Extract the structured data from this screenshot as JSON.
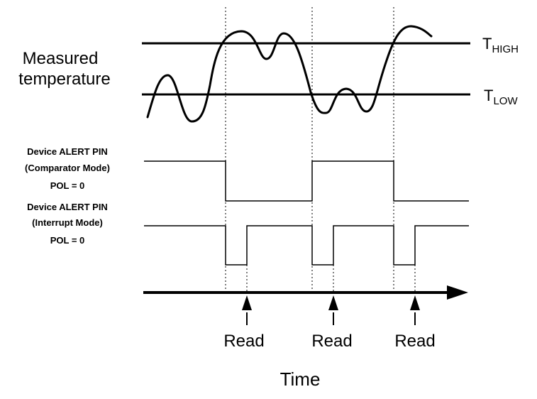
{
  "labels": {
    "measured_temperature": [
      "Measured",
      "temperature"
    ],
    "t_high": {
      "main": "T",
      "sub": "HIGH"
    },
    "t_low": {
      "main": "T",
      "sub": "LOW"
    },
    "comparator": [
      "Device ALERT PIN",
      "(Comparator Mode)",
      "POL = 0"
    ],
    "interrupt": [
      "Device ALERT PIN",
      "(Interrupt Mode)",
      "POL = 0"
    ],
    "reads": [
      "Read",
      "Read",
      "Read"
    ],
    "time_axis": "Time"
  },
  "colors": {
    "stroke": "#000000",
    "background": "#ffffff"
  }
}
